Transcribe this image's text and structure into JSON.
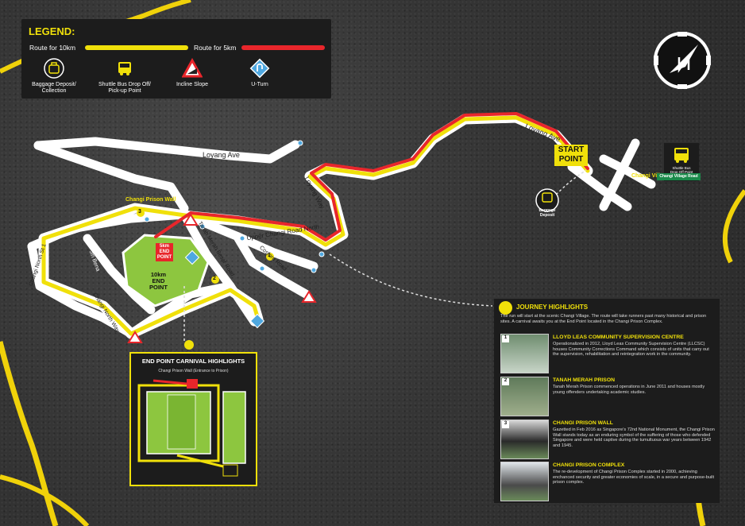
{
  "legend": {
    "title": "LEGEND:",
    "route_10k": "Route for 10km",
    "route_5k": "Route for 5km",
    "items": [
      {
        "label_1": "Baggage Deposit/",
        "label_2": "Collection",
        "icon": "baggage-icon"
      },
      {
        "label_1": "Shuttle Bus Drop Off/",
        "label_2": "Pick-up Point",
        "icon": "shuttle-bus-icon"
      },
      {
        "label_1": "Incline Slope",
        "label_2": "",
        "icon": "incline-icon"
      },
      {
        "label_1": "U-Turn",
        "label_2": "",
        "icon": "u-turn-icon"
      }
    ],
    "colors": {
      "route_10k": "#f0e00a",
      "route_5k": "#e8262b"
    }
  },
  "start": {
    "line1": "START",
    "line2": "POINT"
  },
  "roads": {
    "loyang_ave_west": "Loyang Ave",
    "loyang_ave_east": "Loyang Ave",
    "loyang_way": "Loyang Way",
    "upper_changi": "Upper Changi Road North",
    "tanah_merah": "Tanah Merah Besar Road",
    "cosford": "Cosford Road",
    "changi_north_st1": "Changi North St 1",
    "changi_north_way": "Changi North Way",
    "jln_bena": "Jln Bena",
    "changi_village_road": "Changi Village Road",
    "changi_prison_wall": "Changi Prison Wall",
    "changi_village": "Changi Village"
  },
  "end_point": {
    "line1": "10km",
    "line2": "END",
    "line3": "POINT",
    "tag_5k_1": "5km",
    "tag_5k_2": "END",
    "tag_5k_3": "POINT"
  },
  "baggage_deposit": {
    "line1": "Baggage",
    "line2": "Deposit"
  },
  "shuttle_box": {
    "line1": "Shuttle Bus",
    "line2": "Drop Off Point",
    "road": "Changi Village Road"
  },
  "markers": [
    "1",
    "2",
    "3"
  ],
  "carnival": {
    "title": "END POINT CARNIVAL HIGHLIGHTS",
    "subtitle": "Changi Prison Wall (Entrance to Prison)"
  },
  "journey": {
    "title": "JOURNEY HIGHLIGHTS",
    "intro": "The run will start at the scenic Changi Village. The route will take runners past many historical and prison sites. A carnival awaits you at the End Point located in the Changi Prison Complex.",
    "highlights": [
      {
        "num": "1",
        "title": "LLOYD LEAS COMMUNITY SUPERVISION CENTRE",
        "desc": "Operationalized in 2012, Lloyd Leas Community Supervision Centre (LLCSC) houses Community Corrections Command which consists of units that carry out the supervision, rehabilitation and reintegration work in the community."
      },
      {
        "num": "2",
        "title": "TANAH MERAH PRISON",
        "desc": "Tanah Merah Prison commenced operations in June 2011 and houses mostly young offenders undertaking academic studies."
      },
      {
        "num": "3",
        "title": "CHANGI PRISON WALL",
        "desc": "Gazetted in Feb 2016 as Singapore's 72nd National Monument, the Changi Prison Wall stands today as an enduring symbol of the suffering of those who defended Singapore and were held captive during the tumultuous war years between 1942 and 1945."
      },
      {
        "num": "",
        "title": "CHANGI PRISON COMPLEX",
        "desc": "The re-development of Changi Prison Complex started in 2000, achieving enchanced security and greater economies of scale, in a secure and purpose-built prison complex."
      }
    ]
  }
}
